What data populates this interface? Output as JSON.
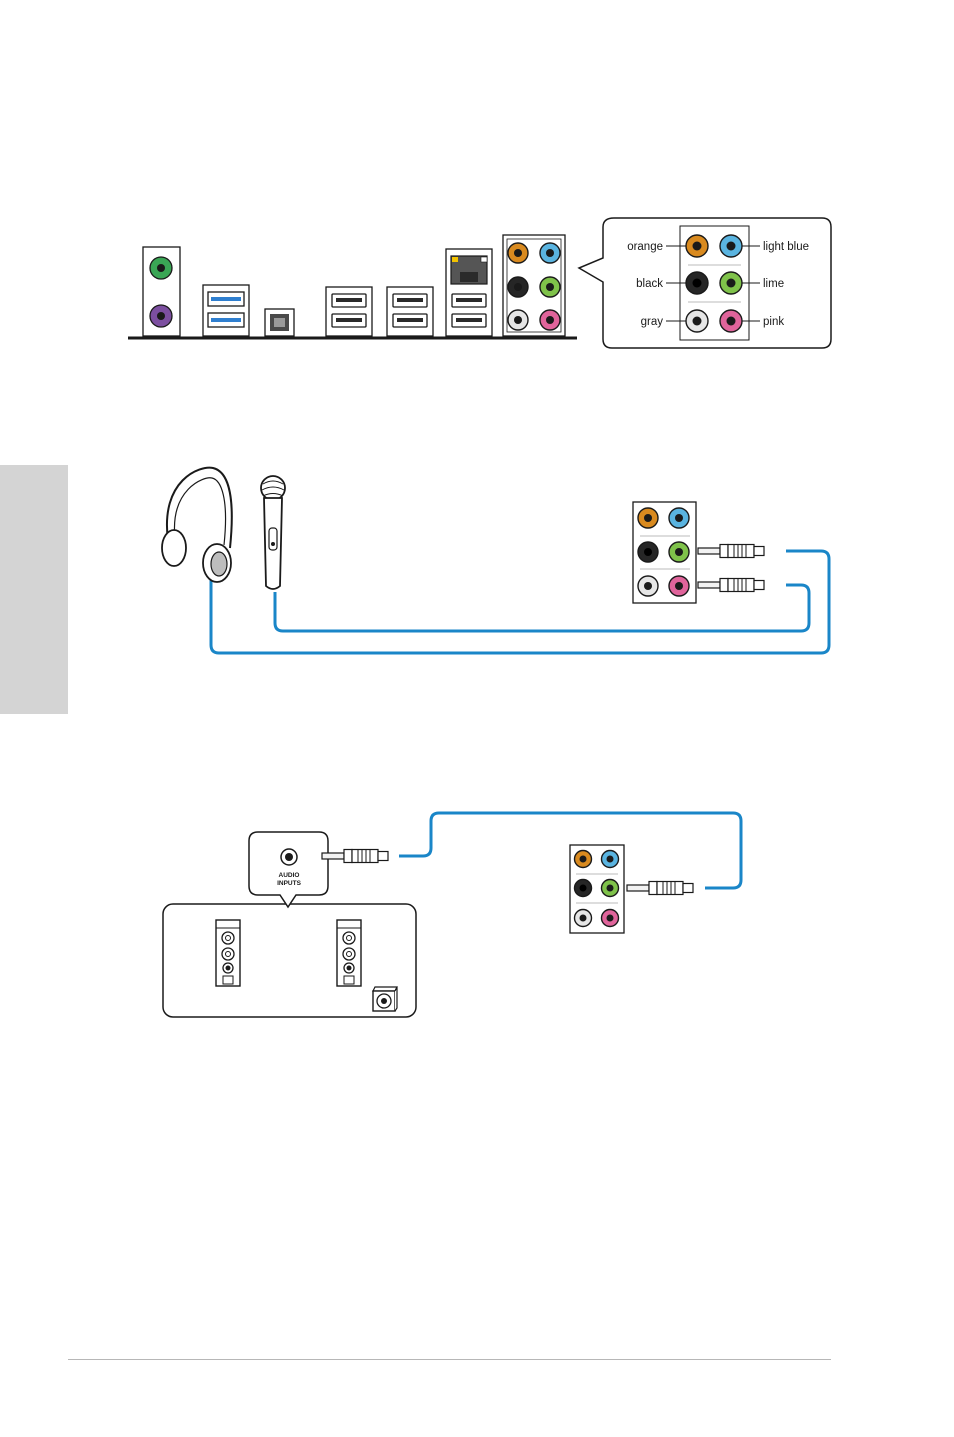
{
  "colors": {
    "orange": "#d98a1f",
    "light_blue": "#5ab4e0",
    "black": "#262626",
    "lime": "#7fc24a",
    "gray": "#e6e6e6",
    "pink": "#e0649b",
    "cable": "#1a86c8",
    "ps2_keyboard": "#7c4fa0",
    "ps2_mouse": "#3aa655",
    "usb3": "#2f7fd0",
    "side_tab": "#d4d4d4"
  },
  "legend": {
    "orange": "orange",
    "light_blue": "light blue",
    "black": "black",
    "lime": "lime",
    "gray": "gray",
    "pink": "pink"
  },
  "speaker_panel": {
    "audio_inputs_line1": "AUDIO",
    "audio_inputs_line2": "INPUTS"
  },
  "icons": {
    "headphones": "headphones-icon",
    "microphone": "microphone-icon",
    "speaker": "speaker-icon",
    "subwoofer": "subwoofer-icon"
  }
}
